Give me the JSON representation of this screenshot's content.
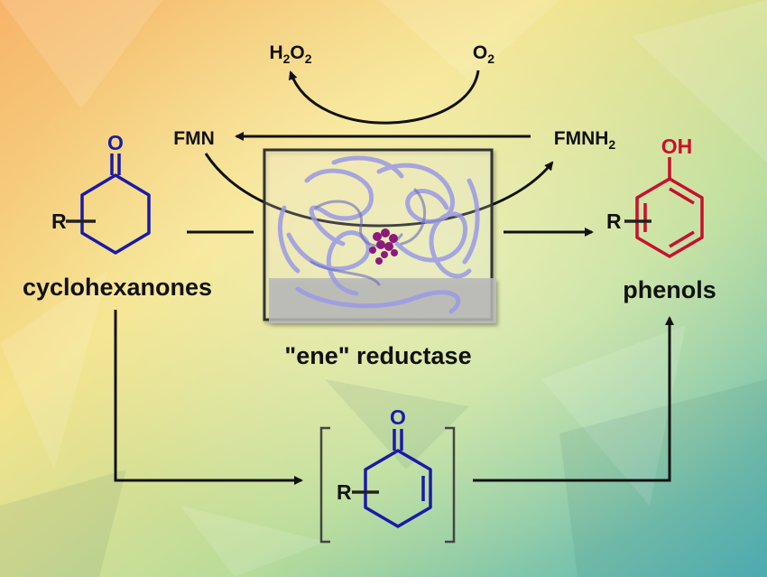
{
  "labels": {
    "h2o2": "H",
    "h2o2_sub1": "2",
    "h2o2_o": "O",
    "h2o2_sub2": "2",
    "o2": "O",
    "o2_sub": "2",
    "fmn": "FMN",
    "fmnh2": "FMNH",
    "fmnh2_sub": "2",
    "ketone_o": "O",
    "r_left": "R",
    "cyclohexanones": "cyclohexanones",
    "oh": "OH",
    "r_right": "R",
    "phenols": "phenols",
    "enzyme": "\"ene\" reductase",
    "enone_o": "O",
    "r_enone": "R"
  },
  "colors": {
    "blue": "#1a1aa8",
    "red": "#c8102e",
    "black": "#111111",
    "protein": "#9a9ae6",
    "cofactor": "#8b1a7a"
  }
}
